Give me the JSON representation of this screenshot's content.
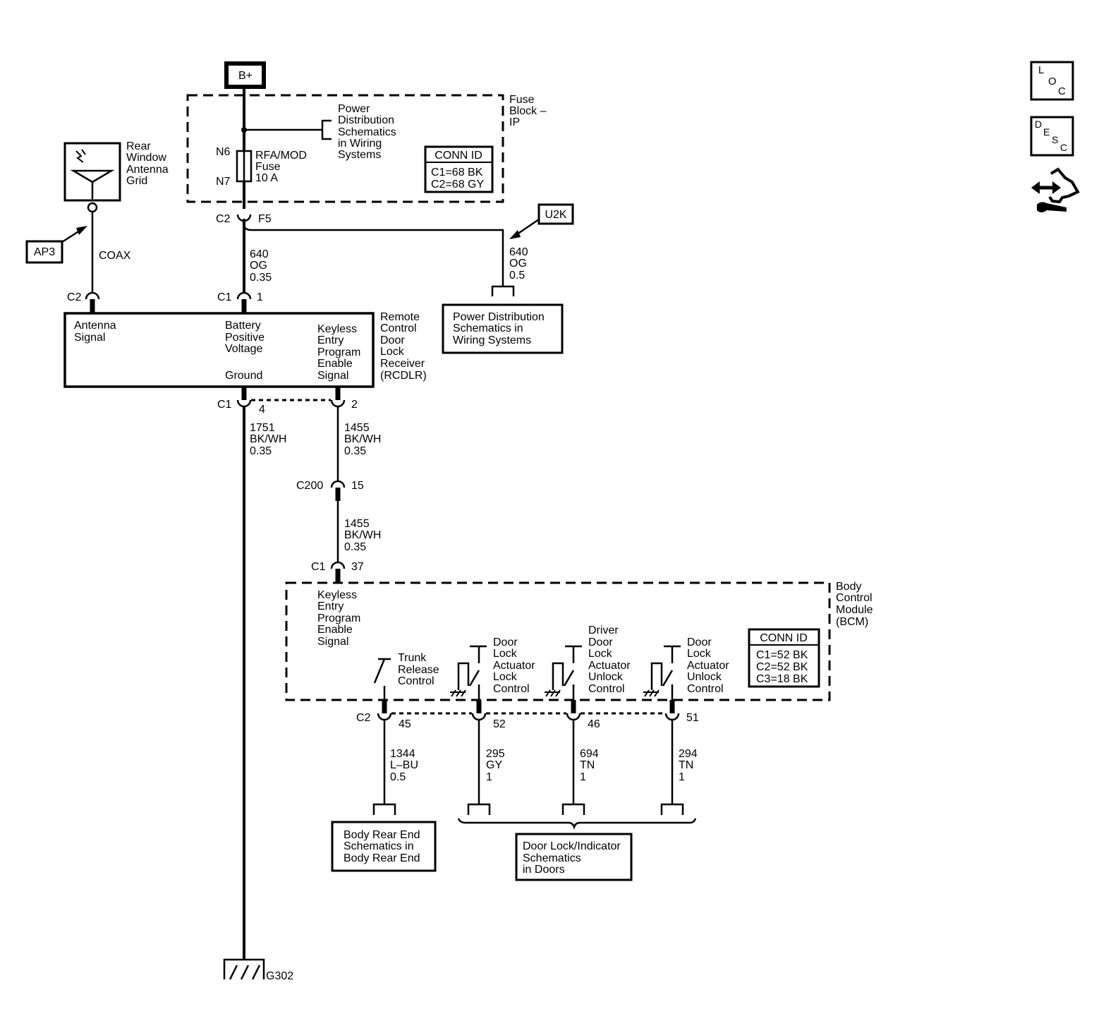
{
  "power": {
    "b_plus": "B+"
  },
  "fuse_block": {
    "label": [
      "Fuse",
      "Block –",
      "IP"
    ],
    "power_dist_note": [
      "Power",
      "Distribution",
      "Schematics",
      "in Wiring",
      "Systems"
    ],
    "fuse_label": [
      "RFA/MOD",
      "Fuse",
      "10 A"
    ],
    "terminal_top": "N6",
    "terminal_bottom": "N7",
    "conn_id": {
      "title": "CONN ID",
      "lines": [
        "C1=68 BK",
        "C2=68 GY"
      ]
    },
    "out_conn": "C2",
    "out_pin": "F5"
  },
  "antenna": {
    "label": [
      "Rear",
      "Window",
      "Antenna",
      "Grid"
    ],
    "cable": "COAX",
    "ref": "AP3",
    "conn": "C2"
  },
  "feed_wire": {
    "lines": [
      "640",
      "OG",
      "0.35"
    ],
    "conn": "C1",
    "pin": "1"
  },
  "branch": {
    "ref": "U2K",
    "wire": [
      "640",
      "OG",
      "0.5"
    ],
    "destination": [
      "Power Distribution",
      "Schematics in",
      "Wiring Systems"
    ]
  },
  "rcdlr": {
    "name": [
      "Remote",
      "Control",
      "Door",
      "Lock",
      "Receiver",
      "(RCDLR)"
    ],
    "pin_antenna": [
      "Antenna",
      "Signal"
    ],
    "pin_battery": [
      "Battery",
      "Positive",
      "Voltage"
    ],
    "pin_ground": "Ground",
    "pin_keyless": [
      "Keyless",
      "Entry",
      "Program",
      "Enable",
      "Signal"
    ],
    "bottom_conn": "C1",
    "ground_pin": "4",
    "keyless_pin": "2"
  },
  "ground_wire": {
    "lines": [
      "1751",
      "BK/WH",
      "0.35"
    ],
    "ground_id": "G302"
  },
  "keyless_wire_1": {
    "lines": [
      "1455",
      "BK/WH",
      "0.35"
    ]
  },
  "inline_conn": {
    "name": "C200",
    "pin": "15"
  },
  "keyless_wire_2": {
    "lines": [
      "1455",
      "BK/WH",
      "0.35"
    ],
    "conn": "C1",
    "pin": "37"
  },
  "bcm": {
    "name": [
      "Body",
      "Control",
      "Module",
      "(BCM)"
    ],
    "keyless_label": [
      "Keyless",
      "Entry",
      "Program",
      "Enable",
      "Signal"
    ],
    "conn_id": {
      "title": "CONN ID",
      "lines": [
        "C1=52 BK",
        "C2=52 BK",
        "C3=18 BK"
      ]
    },
    "bottom_conn": "C2",
    "switches": [
      {
        "label": [
          "Trunk",
          "Release",
          "Control"
        ],
        "pin": "45"
      },
      {
        "label": [
          "Door",
          "Lock",
          "Actuator",
          "Lock",
          "Control"
        ],
        "pin": "52"
      },
      {
        "label": [
          "Driver",
          "Door",
          "Lock",
          "Actuator",
          "Unlock",
          "Control"
        ],
        "pin": "46"
      },
      {
        "label": [
          "Door",
          "Lock",
          "Actuator",
          "Unlock",
          "Control"
        ],
        "pin": "51"
      }
    ]
  },
  "output_wires": [
    {
      "lines": [
        "1344",
        "L–BU",
        "0.5"
      ]
    },
    {
      "lines": [
        "295",
        "GY",
        "1"
      ]
    },
    {
      "lines": [
        "694",
        "TN",
        "1"
      ]
    },
    {
      "lines": [
        "294",
        "TN",
        "1"
      ]
    }
  ],
  "destinations": {
    "body_rear": [
      "Body Rear End",
      "Schematics in",
      "Body Rear End"
    ],
    "door_lock": [
      "Door Lock/Indicator",
      "Schematics",
      "in Doors"
    ]
  },
  "side_icons": {
    "loc": [
      "L",
      "O",
      "C"
    ],
    "desc": [
      "D",
      "E",
      "S",
      "C"
    ],
    "nav": "arrows-wrench-icon"
  }
}
